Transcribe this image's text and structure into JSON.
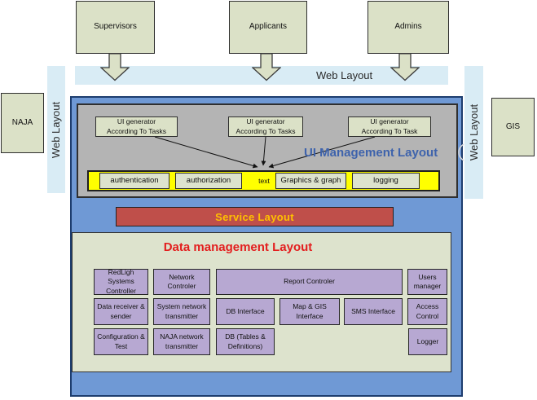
{
  "colors": {
    "band_blue": "#d9ecf5",
    "main_blue": "#6f99d5",
    "gray_layer": "#b4b4b4",
    "yellow_strip": "#ffff00",
    "service_red": "#bf4f4a",
    "service_text": "#ffc000",
    "purple_box": "#b7a8d2",
    "beige_box": "#dbe1c7",
    "data_beige": "#dde3cd",
    "ui_title_blue": "#3e63ac",
    "data_title_red": "#e31e1e"
  },
  "actors": [
    {
      "label": "Supervisors"
    },
    {
      "label": "Applicants"
    },
    {
      "label": "Admins"
    }
  ],
  "web_layout": {
    "top_label": "Web Layout",
    "left_label": "Web Layout",
    "right_label": "Web Layout"
  },
  "external": {
    "naja": "NAJA",
    "gis": "GIS"
  },
  "ui_layer": {
    "title": "UI Management Layout",
    "generators": [
      {
        "line1": "UI generator",
        "line2": "According To Tasks"
      },
      {
        "line1": "UI generator",
        "line2": "According To Tasks"
      },
      {
        "line1": "UI generator",
        "line2": "According To Task"
      }
    ],
    "services": [
      "authentication",
      "authorization",
      "text",
      "Graphics & graph",
      "logging"
    ]
  },
  "service_layer": {
    "title": "Service Layout"
  },
  "data_layer": {
    "title": "Data management Layout",
    "rows": [
      [
        "RedLigh Systems Controller",
        "Network Controler",
        "Report Controler",
        "Users manager"
      ],
      [
        "Data receiver & sender",
        "System network transmitter",
        "DB Interface",
        "Map & GIS Interface",
        "SMS Interface",
        "Access Control"
      ],
      [
        "Configuration & Test",
        "NAJA network transmitter",
        "DB (Tables & Definitions)",
        "Logger"
      ]
    ]
  }
}
